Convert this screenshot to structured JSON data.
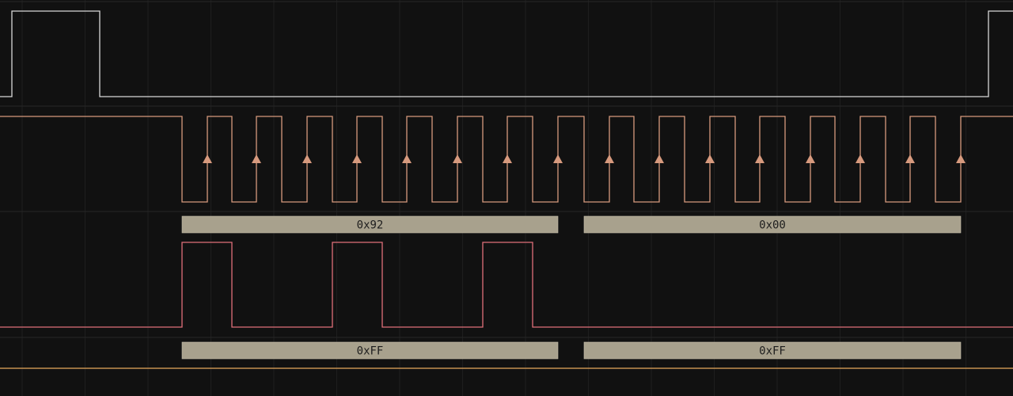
{
  "chart_data": {
    "type": "timing",
    "time_range": [
      0,
      1280
    ],
    "channels": [
      {
        "name": "",
        "type": "digital",
        "color": "#d8d8d8",
        "initial": 0,
        "transitions": [
          15,
          126,
          1249
        ]
      },
      {
        "name": "",
        "type": "clock",
        "color": "#d79a7e",
        "initial": 1,
        "transitions": [
          230,
          262,
          293,
          324,
          356,
          388,
          420,
          451,
          483,
          514,
          546,
          578,
          610,
          641,
          673,
          705,
          738,
          770,
          801,
          833,
          865,
          897,
          929,
          960,
          992,
          1024,
          1055,
          1087,
          1119,
          1150,
          1182,
          1214
        ],
        "rising_edge_markers": [
          262,
          324,
          388,
          451,
          514,
          578,
          641,
          705,
          770,
          833,
          897,
          960,
          1024,
          1087,
          1150,
          1214
        ]
      },
      {
        "name": "",
        "type": "bus",
        "fill": "#a8a18d",
        "segments": [
          {
            "start": 230,
            "end": 705,
            "label": "0x92"
          },
          {
            "start": 738,
            "end": 1214,
            "label": "0x00"
          }
        ]
      },
      {
        "name": "",
        "type": "digital",
        "color": "#e0707a",
        "initial": 0,
        "transitions": [
          230,
          293,
          420,
          483,
          610,
          673
        ]
      },
      {
        "name": "",
        "type": "bus",
        "fill": "#a8a18d",
        "segments": [
          {
            "start": 230,
            "end": 705,
            "label": "0xFF"
          },
          {
            "start": 738,
            "end": 1214,
            "label": "0xFF"
          }
        ]
      },
      {
        "name": "",
        "type": "digital",
        "color": "#e8a95c",
        "initial": 0,
        "transitions": []
      }
    ]
  }
}
